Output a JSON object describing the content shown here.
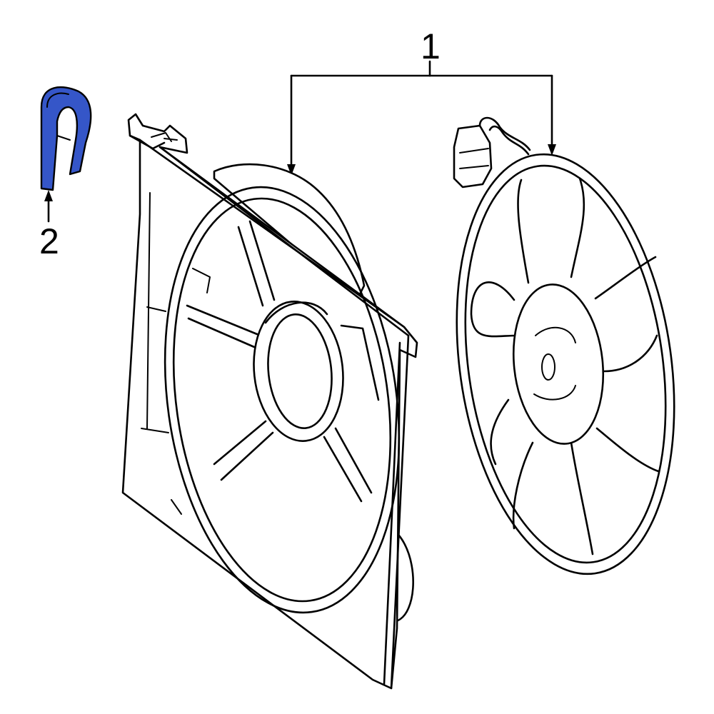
{
  "callouts": [
    {
      "number": "1",
      "part": "fan-assembly"
    },
    {
      "number": "2",
      "part": "clip"
    }
  ],
  "colors": {
    "highlight": "#3556c8",
    "line": "#000000",
    "background": "#ffffff"
  }
}
